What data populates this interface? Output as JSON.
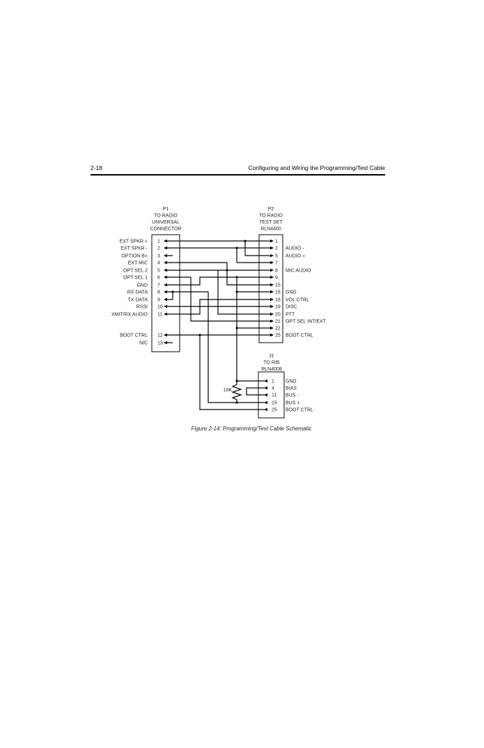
{
  "header": {
    "page_number": "2-18",
    "section_title": "Configuring and Wiring the Programming/Test Cable"
  },
  "p1": {
    "title": [
      "P1",
      "TO RADIO",
      "UNIVERSAL",
      "CONNECTOR"
    ],
    "pins": [
      {
        "num": "1",
        "label": "EXT SPKR +"
      },
      {
        "num": "2",
        "label": "EXT SPKR -"
      },
      {
        "num": "3",
        "label": "OPTION B+"
      },
      {
        "num": "4",
        "label": "EXT MIC"
      },
      {
        "num": "5",
        "label": "OPT SEL 2"
      },
      {
        "num": "6",
        "label": "OPT SEL 1"
      },
      {
        "num": "7",
        "label": "GND"
      },
      {
        "num": "8",
        "label": "RX DATA"
      },
      {
        "num": "9",
        "label": "TX DATA"
      },
      {
        "num": "10",
        "label": "RSSI"
      },
      {
        "num": "11",
        "label": "XMIT/RX AUDIO"
      },
      {
        "num": "12",
        "label": "BOOT CTRL"
      },
      {
        "num": "13",
        "label": "N/C"
      }
    ]
  },
  "p2": {
    "title": [
      "P2",
      "TO RADIO",
      "TEST SET",
      "RLN4460"
    ],
    "pins": [
      {
        "num": "1",
        "label": ""
      },
      {
        "num": "2",
        "label": "AUDIO -"
      },
      {
        "num": "5",
        "label": "AUDIO +"
      },
      {
        "num": "7",
        "label": ""
      },
      {
        "num": "8",
        "label": "MIC AUDIO"
      },
      {
        "num": "9",
        "label": ""
      },
      {
        "num": "15",
        "label": ""
      },
      {
        "num": "16",
        "label": "GND"
      },
      {
        "num": "18",
        "label": "VOL CTRL"
      },
      {
        "num": "19",
        "label": "DISC"
      },
      {
        "num": "20",
        "label": "PTT"
      },
      {
        "num": "21",
        "label": "OPT SEL INT/EXT"
      },
      {
        "num": "22",
        "label": ""
      },
      {
        "num": "25",
        "label": "BOOT CTRL"
      }
    ]
  },
  "j1": {
    "title": [
      "J1",
      "TO RIB",
      "RLN4008"
    ],
    "pins": [
      {
        "num": "1",
        "label": "GND"
      },
      {
        "num": "4",
        "label": "BIAS"
      },
      {
        "num": "11",
        "label": "BUS -"
      },
      {
        "num": "15",
        "label": "BUS +"
      },
      {
        "num": "25",
        "label": "BOOT CTRL"
      }
    ]
  },
  "resistor": {
    "label": "10K"
  },
  "caption": "Figure 2-14:  Programming/Test Cable Schematic"
}
